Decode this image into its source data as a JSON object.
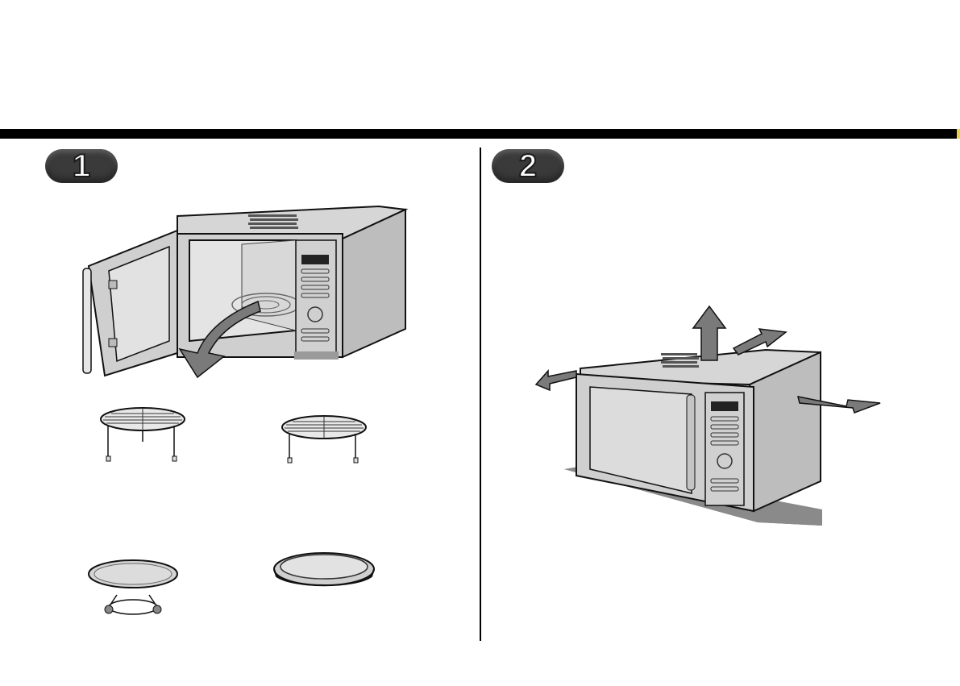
{
  "steps": [
    {
      "number": "1"
    },
    {
      "number": "2"
    }
  ],
  "colors": {
    "rule": "#000000",
    "badge": "#3a3a3a",
    "appliance_body": "#c8c8c8",
    "appliance_shadow": "#8a8a8a",
    "arrow": "#7a7a7a"
  },
  "icons": {
    "step1_main": "microwave-open-door-illustration",
    "step1_rack_low": "low-rack-icon",
    "step1_rack_high": "high-rack-icon",
    "step1_turntable": "turntable-with-roller-ring-icon",
    "step1_crisp_plate": "crisp-plate-icon",
    "step2_main": "microwave-clearance-arrows-illustration"
  }
}
